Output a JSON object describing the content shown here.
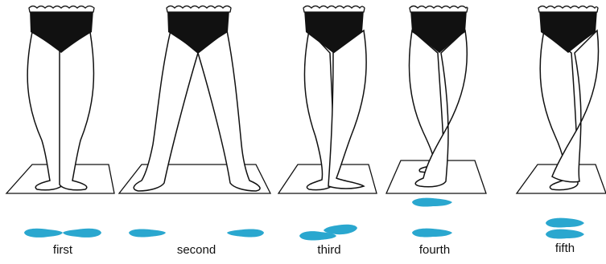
{
  "positions": [
    {
      "label": "first"
    },
    {
      "label": "second"
    },
    {
      "label": "third"
    },
    {
      "label": "fourth"
    },
    {
      "label": "fifth"
    }
  ],
  "colors": {
    "footprint": "#2aa7cf",
    "outline": "#111111",
    "briefs": "#111111",
    "skin": "#ffffff",
    "background": "#ffffff"
  }
}
